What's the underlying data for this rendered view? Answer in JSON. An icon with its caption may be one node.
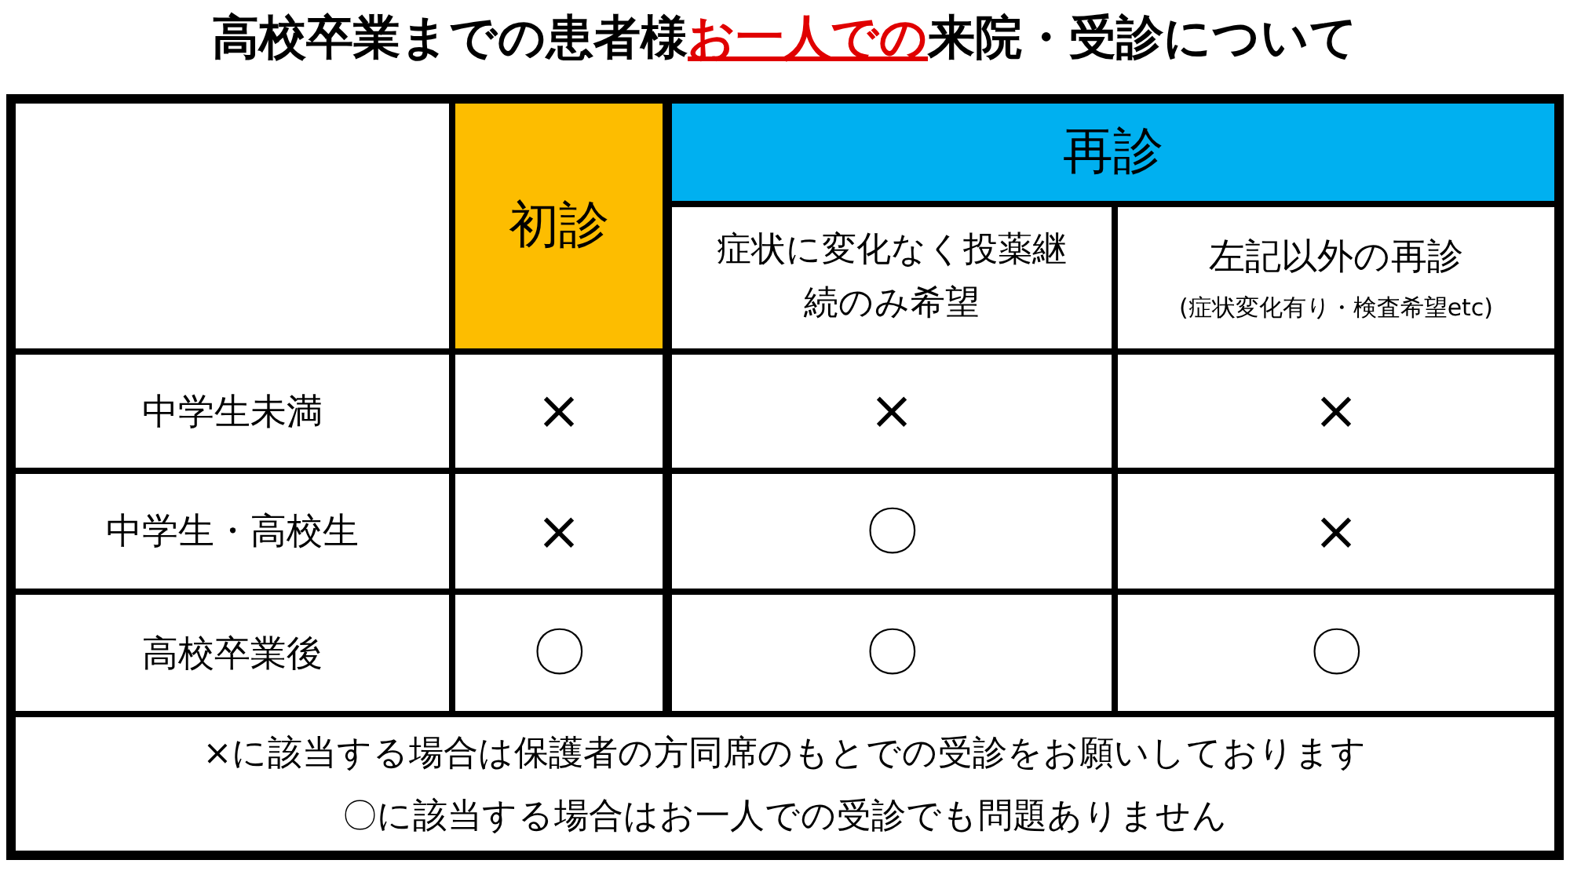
{
  "diagram": {
    "title": "高校卒業までの患者様**お一人での**来院・受診について",
    "labels": [
      "初診",
      "再診",
      "症状に変化なく投薬継続のみ希望",
      "左記以外の再診",
      "(症状変化有り・検査希望etc)",
      "中学生未満",
      "×",
      "×",
      "×",
      "中学生・高校生",
      "×",
      "〇",
      "×",
      "高校卒業後",
      "〇",
      "〇",
      "〇",
      "×に該当する場合は保護者の方同席のもとでの受診をお願いしております",
      "〇に該当する場合はお一人での受診でも問題ありません"
    ]
  }
}
